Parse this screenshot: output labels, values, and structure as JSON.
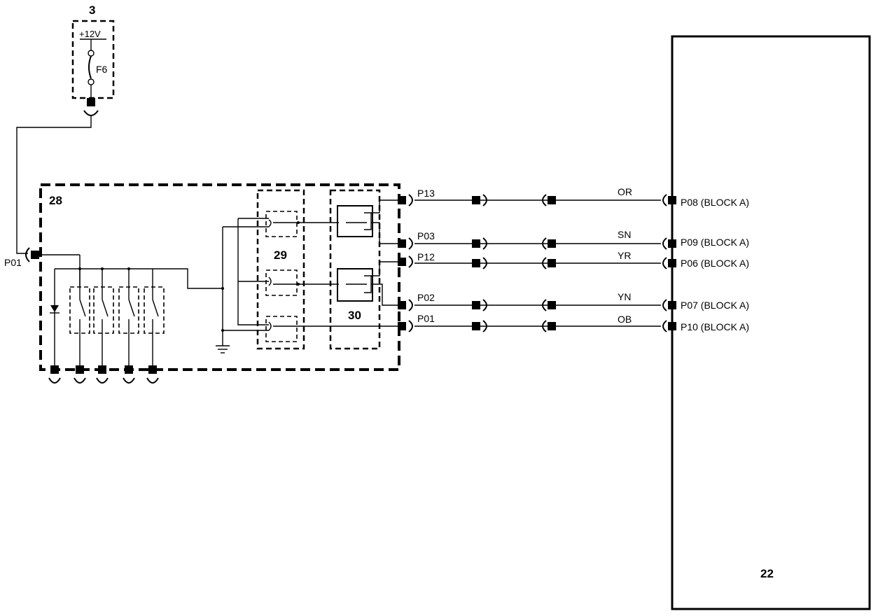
{
  "components": {
    "fuse_block": {
      "id": "3",
      "voltage": "+12V",
      "fuse": "F6"
    },
    "switch_module": {
      "id": "28",
      "feed_pin": "P01"
    },
    "relay_a": {
      "id": "29"
    },
    "relay_b": {
      "id": "30"
    },
    "controller": {
      "id": "22"
    }
  },
  "circuits": [
    {
      "module_pin": "P13",
      "wire_color": "OR",
      "controller_pin": "P08 (BLOCK A)"
    },
    {
      "module_pin": "P03",
      "wire_color": "SN",
      "controller_pin": "P09 (BLOCK A)"
    },
    {
      "module_pin": "P12",
      "wire_color": "YR",
      "controller_pin": "P06 (BLOCK A)"
    },
    {
      "module_pin": "P02",
      "wire_color": "YN",
      "controller_pin": "P07 (BLOCK A)"
    },
    {
      "module_pin": "P01",
      "wire_color": "OB",
      "controller_pin": "P10 (BLOCK A)"
    }
  ]
}
